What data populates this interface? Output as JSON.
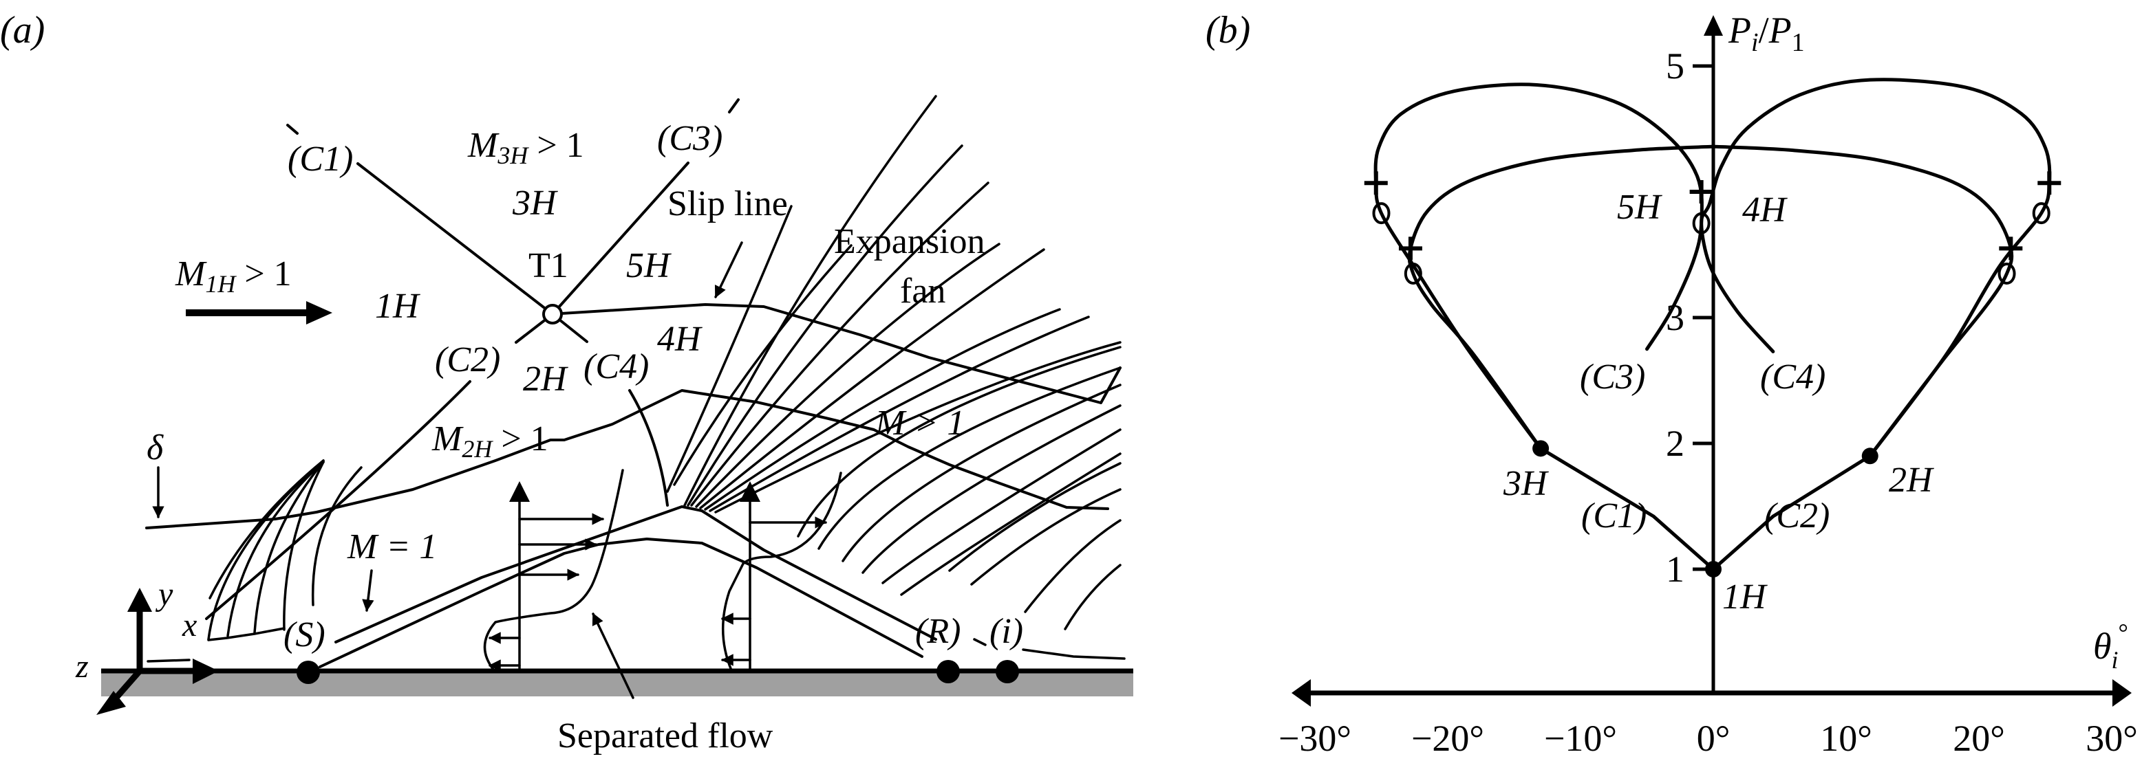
{
  "panel_a": {
    "panel_label": "(a)",
    "labels": {
      "c1": "(C1)",
      "c2": "(C2)",
      "c3": "(C3)",
      "c4": "(C4)",
      "m3h": "M",
      "m3h_sub": "3H",
      "m3h_rel": " > 1",
      "r3h": "3H",
      "t1": "T1",
      "r5h": "5H",
      "r4h": "4H",
      "r2h": "2H",
      "r1h": "1H",
      "m1h": "M",
      "m1h_sub": "1H",
      "m1h_rel": " > 1",
      "slip_line": "Slip line",
      "expansion": "Expansion",
      "fan": "fan",
      "m2h": "M",
      "m2h_sub": "2H",
      "m2h_rel": " > 1",
      "m_gt_1": "M > 1",
      "m_eq_1": "M = 1",
      "delta": "δ",
      "axis_x": "x",
      "axis_y": "y",
      "axis_z": "z",
      "s": "(S)",
      "r": "(R)",
      "i": "(i)",
      "separated_flow": "Separated flow"
    },
    "colors": {
      "wall": "#a0a0a0",
      "ink": "#000000"
    }
  },
  "panel_b": {
    "panel_label": "(b)",
    "labels": {
      "h1": "1H",
      "h2": "2H",
      "h3": "3H",
      "h4": "4H",
      "h5": "5H",
      "c1": "(C1)",
      "c2": "(C2)",
      "c3": "(C3)",
      "c4": "(C4)"
    }
  },
  "chart_data": {
    "type": "line",
    "title": "",
    "xlabel": "θ_i°",
    "ylabel": "P_i/P_1",
    "xlim": [
      -30,
      30
    ],
    "ylim": [
      0,
      5.5
    ],
    "x_ticks": [
      -30,
      -20,
      -10,
      0,
      10,
      20,
      30
    ],
    "x_tick_labels": [
      "−30°",
      "−20°",
      "−10°",
      "0°",
      "10°",
      "20°",
      "30°"
    ],
    "y_ticks": [
      1,
      2,
      3,
      5
    ],
    "y_tick_labels": [
      "1",
      "2",
      "3",
      "5"
    ],
    "grid": false,
    "states": [
      {
        "name": "1H",
        "theta": 0.0,
        "p": 1.0,
        "marker": "filled-dot"
      },
      {
        "name": "3H",
        "theta": -13.0,
        "p": 1.96,
        "marker": "filled-dot"
      },
      {
        "name": "2H",
        "theta": 11.8,
        "p": 1.9,
        "marker": "filled-dot"
      },
      {
        "name": "5H/4H",
        "theta": -0.9,
        "p": 3.75,
        "marker": "open-circle"
      }
    ],
    "series": [
      {
        "name": "C1",
        "points": [
          [
            0,
            1.0
          ],
          [
            -4.5,
            1.42
          ],
          [
            -13.0,
            1.96
          ]
        ]
      },
      {
        "name": "C2",
        "points": [
          [
            0,
            1.0
          ],
          [
            4.5,
            1.42
          ],
          [
            11.8,
            1.9
          ]
        ]
      },
      {
        "name": "3H-polar-outer",
        "points": [
          [
            -13.0,
            1.96
          ],
          [
            -18.5,
            2.75
          ],
          [
            -22.5,
            3.4
          ],
          [
            -25.0,
            3.83
          ],
          [
            -25.4,
            4.07
          ],
          [
            -25.2,
            4.35
          ],
          [
            -23.5,
            4.62
          ],
          [
            -19.5,
            4.8
          ],
          [
            -13.3,
            4.85
          ],
          [
            -7.5,
            4.72
          ],
          [
            -3.5,
            4.45
          ],
          [
            -1.2,
            4.12
          ],
          [
            -0.9,
            3.75
          ],
          [
            -1.5,
            3.45
          ],
          [
            -3.2,
            3.05
          ],
          [
            -5.0,
            2.75
          ]
        ]
      },
      {
        "name": "2H-polar-outer",
        "points": [
          [
            11.8,
            1.9
          ],
          [
            17.5,
            2.7
          ],
          [
            21.5,
            3.4
          ],
          [
            24.7,
            3.83
          ],
          [
            25.3,
            4.07
          ],
          [
            25.0,
            4.35
          ],
          [
            23.2,
            4.62
          ],
          [
            19.0,
            4.83
          ],
          [
            11.8,
            4.89
          ],
          [
            6.5,
            4.77
          ],
          [
            2.5,
            4.5
          ],
          [
            0.6,
            4.2
          ],
          [
            -0.3,
            3.9
          ],
          [
            -0.9,
            3.75
          ],
          [
            -0.2,
            3.4
          ],
          [
            1.8,
            3.05
          ],
          [
            4.5,
            2.73
          ]
        ]
      },
      {
        "name": "3H-polar-inner",
        "points": [
          [
            -13.0,
            1.96
          ],
          [
            -18.0,
            2.7
          ],
          [
            -21.2,
            3.1
          ],
          [
            -22.6,
            3.35
          ],
          [
            -22.8,
            3.55
          ],
          [
            -21.5,
            3.85
          ],
          [
            -18.5,
            4.08
          ],
          [
            -13.0,
            4.25
          ],
          [
            -6.0,
            4.33
          ],
          [
            0,
            4.36
          ]
        ]
      },
      {
        "name": "2H-polar-inner",
        "points": [
          [
            11.8,
            1.9
          ],
          [
            17.2,
            2.65
          ],
          [
            20.6,
            3.1
          ],
          [
            22.1,
            3.35
          ],
          [
            22.4,
            3.55
          ],
          [
            21.0,
            3.85
          ],
          [
            18.0,
            4.08
          ],
          [
            12.5,
            4.25
          ],
          [
            6.0,
            4.33
          ],
          [
            0,
            4.36
          ]
        ]
      }
    ],
    "markers": [
      {
        "type": "plus",
        "theta": -25.4,
        "p": 4.07
      },
      {
        "type": "open-circle",
        "theta": -25.0,
        "p": 3.83
      },
      {
        "type": "plus",
        "theta": -22.8,
        "p": 3.55
      },
      {
        "type": "open-circle",
        "theta": -22.6,
        "p": 3.35
      },
      {
        "type": "plus",
        "theta": 25.3,
        "p": 4.07
      },
      {
        "type": "open-circle",
        "theta": 24.7,
        "p": 3.83
      },
      {
        "type": "plus",
        "theta": 22.4,
        "p": 3.55
      },
      {
        "type": "open-circle",
        "theta": 22.1,
        "p": 3.35
      },
      {
        "type": "plus",
        "theta": -0.9,
        "p": 4.0
      }
    ]
  }
}
